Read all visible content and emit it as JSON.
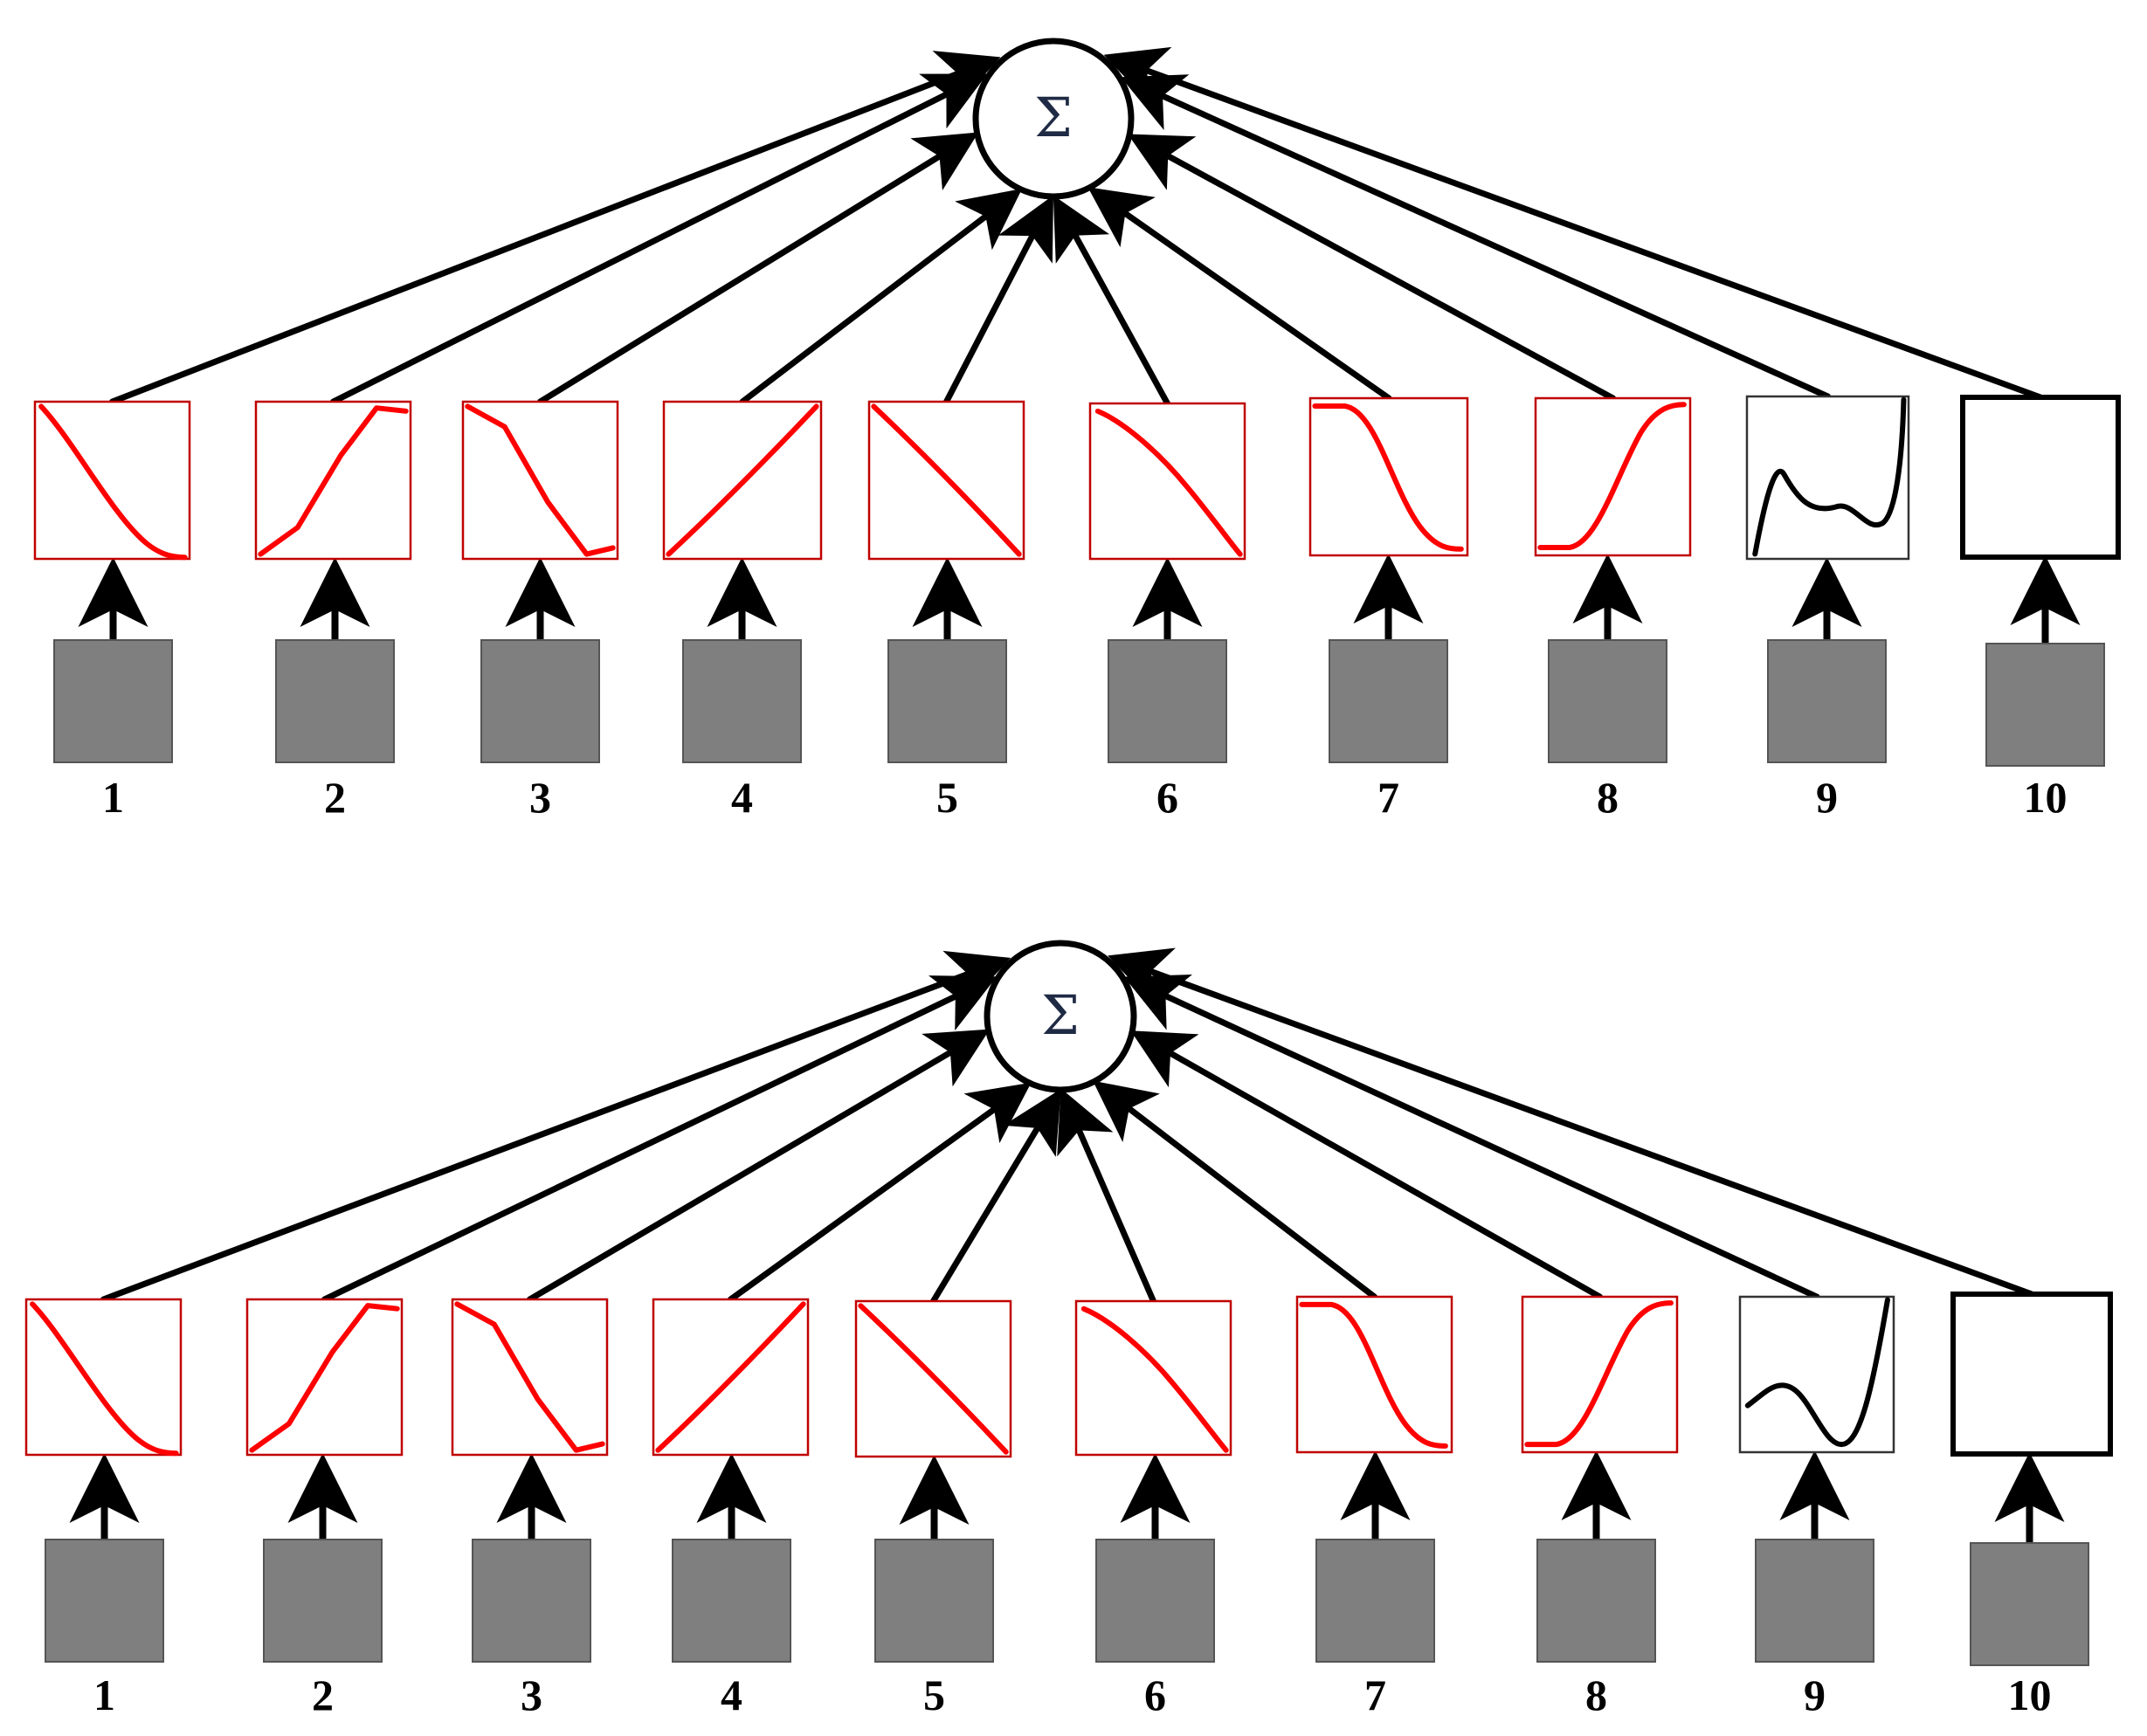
{
  "colors": {
    "accent": "#ff0000",
    "input_box": "#7f7f7f",
    "box_border_shape": "#c00000",
    "box_border_plain": "#000000",
    "arrow": "#000000",
    "background": "#ffffff"
  },
  "panels": [
    {
      "sum_symbol": "Σ",
      "inputs": [
        {
          "label": "1",
          "shape": "decline",
          "curve": "red"
        },
        {
          "label": "2",
          "shape": "rise-then-flat",
          "curve": "red"
        },
        {
          "label": "3",
          "shape": "drop-then-flat",
          "curve": "red"
        },
        {
          "label": "4",
          "shape": "linear-rise",
          "curve": "red"
        },
        {
          "label": "5",
          "shape": "linear-fall",
          "curve": "red"
        },
        {
          "label": "6",
          "shape": "concave-fall",
          "curve": "red"
        },
        {
          "label": "7",
          "shape": "sigmoid-fall",
          "curve": "red"
        },
        {
          "label": "8",
          "shape": "sigmoid-rise",
          "curve": "red"
        },
        {
          "label": "9",
          "shape": "wavy-rise",
          "curve": "black"
        },
        {
          "label": "10",
          "shape": "empty",
          "curve": "none"
        }
      ]
    },
    {
      "sum_symbol": "Σ",
      "inputs": [
        {
          "label": "1",
          "shape": "decline",
          "curve": "red"
        },
        {
          "label": "2",
          "shape": "rise-then-flat",
          "curve": "red"
        },
        {
          "label": "3",
          "shape": "drop-then-flat",
          "curve": "red"
        },
        {
          "label": "4",
          "shape": "linear-rise",
          "curve": "red"
        },
        {
          "label": "5",
          "shape": "linear-fall",
          "curve": "red"
        },
        {
          "label": "6",
          "shape": "concave-fall",
          "curve": "red"
        },
        {
          "label": "7",
          "shape": "sigmoid-fall",
          "curve": "red"
        },
        {
          "label": "8",
          "shape": "sigmoid-rise",
          "curve": "red"
        },
        {
          "label": "9",
          "shape": "wave-dip-rise",
          "curve": "black"
        },
        {
          "label": "10",
          "shape": "empty",
          "curve": "none"
        }
      ]
    }
  ]
}
